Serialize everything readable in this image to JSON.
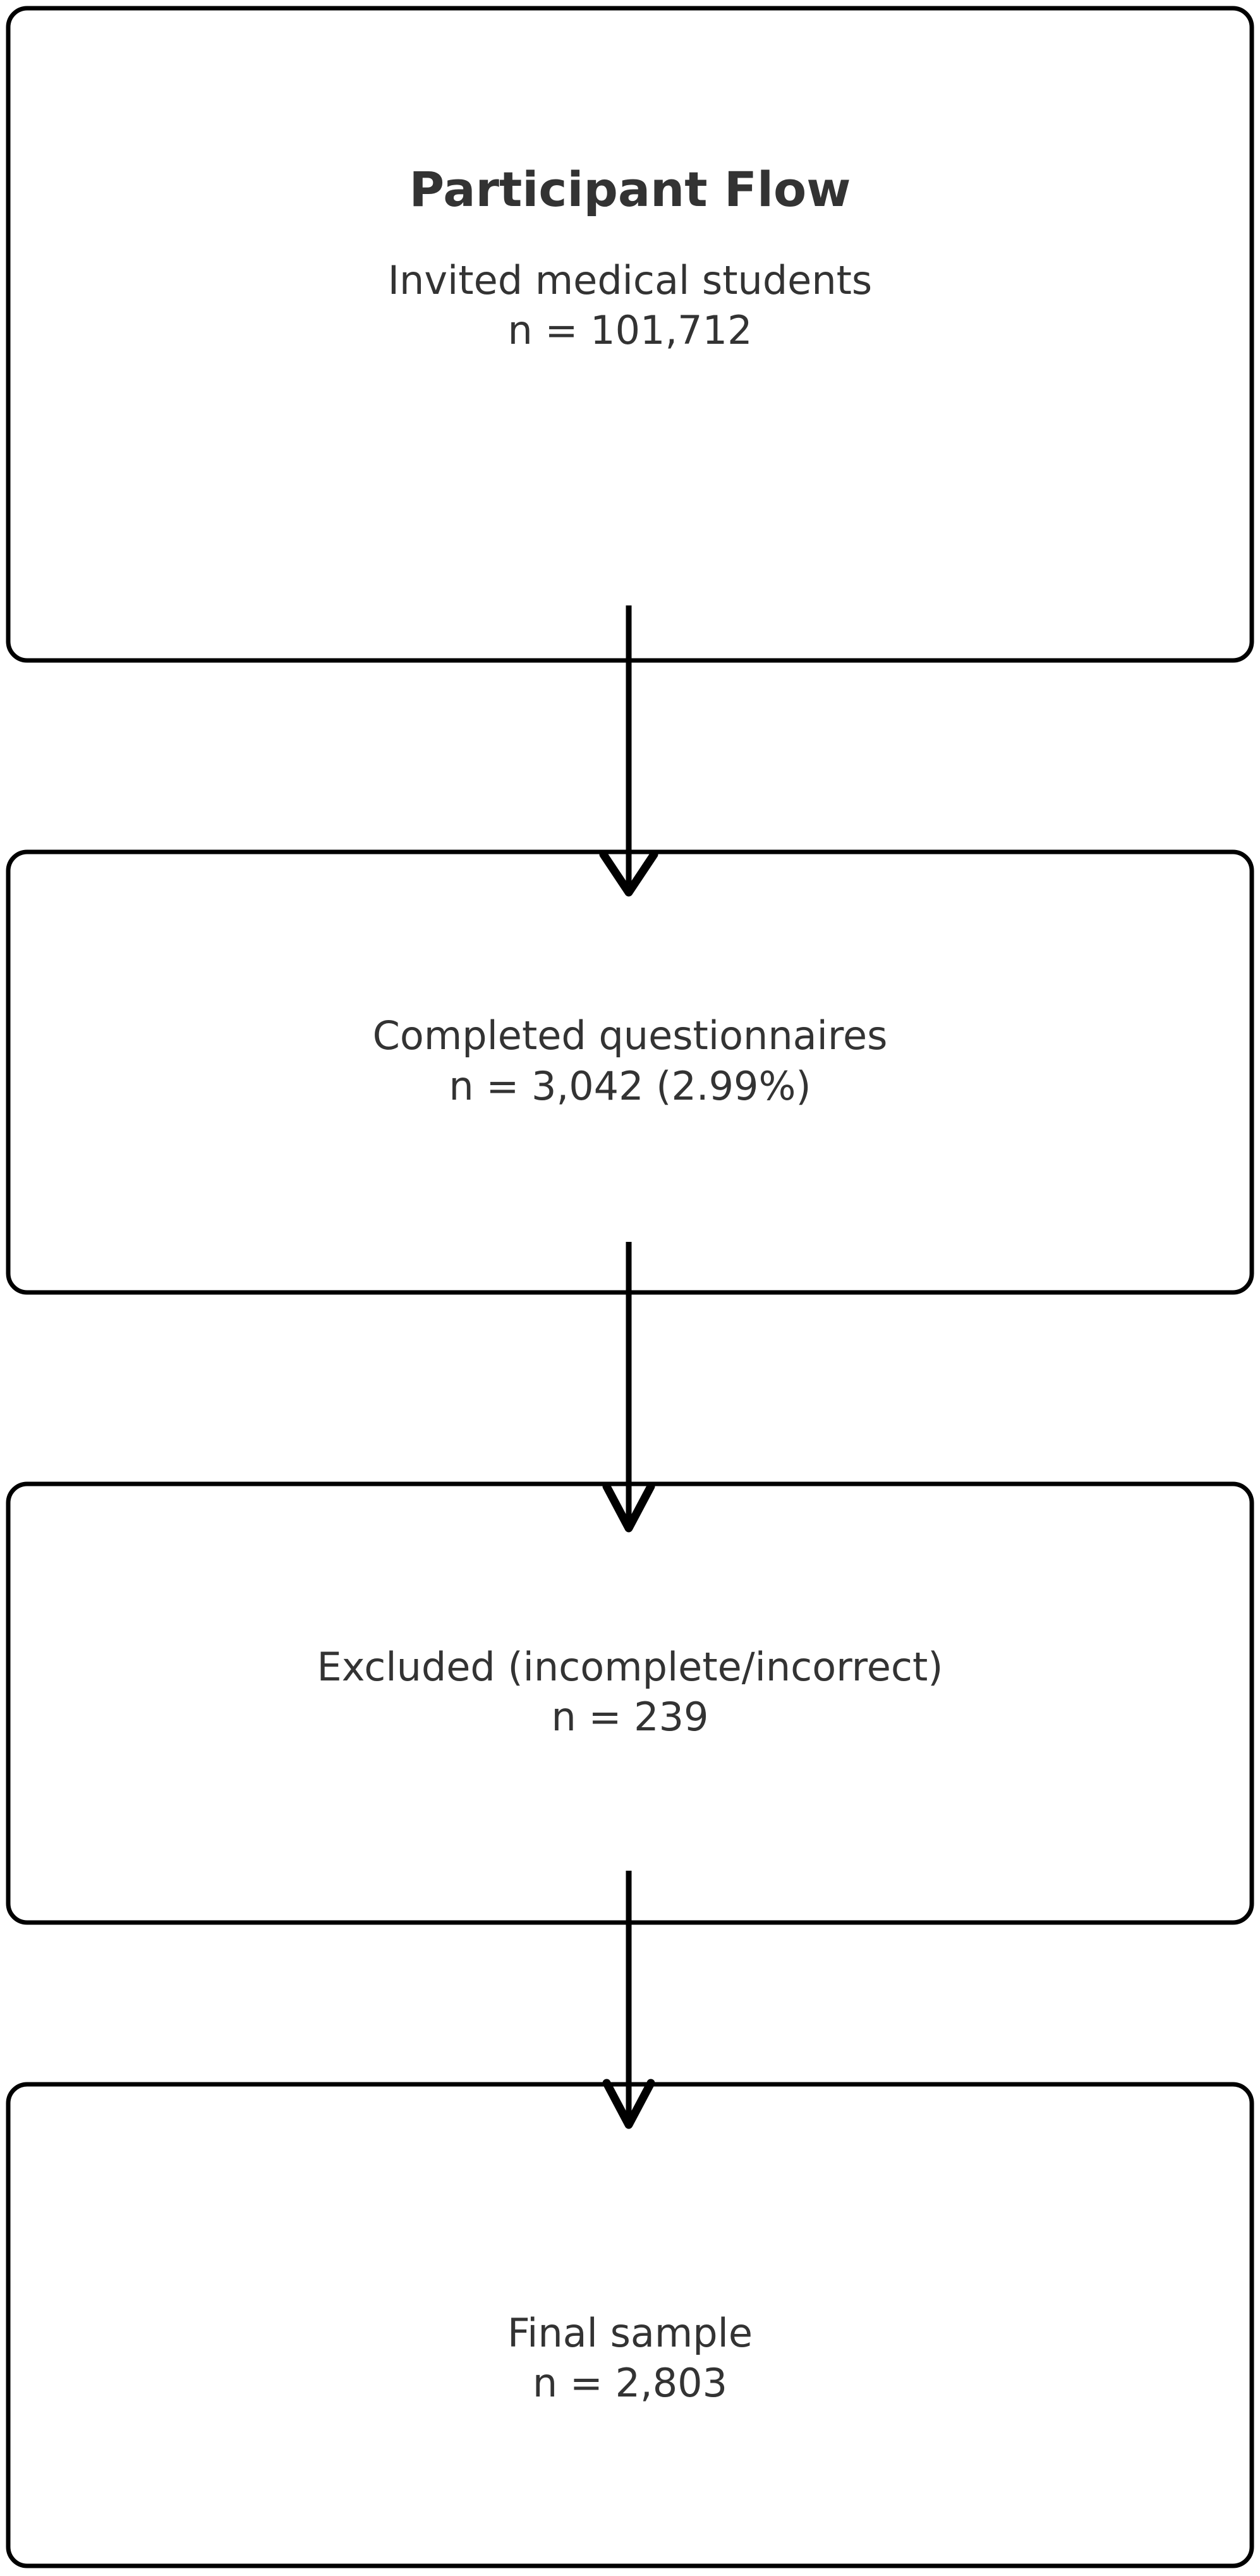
{
  "figure": {
    "type": "flowchart",
    "orientation": "vertical",
    "title": "Participant Flow",
    "background_color": "#ffffff",
    "box_border_color": "#000000",
    "box_fill_color": "#ffffff",
    "text_color": "#333333",
    "arrow_color": "#000000"
  },
  "nodes": [
    {
      "id": "invited",
      "title": "Participant Flow",
      "label": "Invited medical students",
      "count_line": "n = 101,712",
      "n": 101712
    },
    {
      "id": "completed",
      "label": "Completed questionnaires",
      "count_line": "n = 3,042 (2.99%)",
      "n": 3042,
      "percent": "2.99%"
    },
    {
      "id": "excluded",
      "label": "Excluded (incomplete/incorrect)",
      "count_line": "n = 239",
      "n": 239
    },
    {
      "id": "final",
      "label": "Final sample",
      "count_line": "n = 2,803",
      "n": 2803
    }
  ],
  "edges": [
    {
      "from": "invited",
      "to": "completed",
      "arrowhead": "open-v"
    },
    {
      "from": "completed",
      "to": "excluded",
      "arrowhead": "open-v"
    },
    {
      "from": "excluded",
      "to": "final",
      "arrowhead": "open-v"
    }
  ]
}
